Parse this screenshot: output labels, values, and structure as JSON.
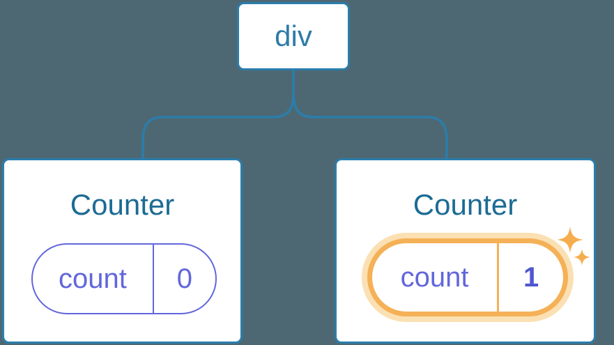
{
  "diagram": {
    "background_color": "#4d6873",
    "line_color": "#2b7dab",
    "root": {
      "label": "div"
    },
    "children": [
      {
        "title": "Counter",
        "state_name": "count",
        "state_value": "0",
        "highlighted": false
      },
      {
        "title": "Counter",
        "state_name": "count",
        "state_value": "1",
        "highlighted": true
      }
    ],
    "colors": {
      "node_border_blue": "#2b7dab",
      "root_label_blue": "#2e7ca8",
      "title_blue": "#1c6b94",
      "state_purple": "#6266db",
      "state_value_bold_purple": "#5157ce",
      "highlight_orange": "#f5b157",
      "highlight_glow": "#fbe0b3",
      "sparkle_orange": "#f5ad4e"
    }
  }
}
